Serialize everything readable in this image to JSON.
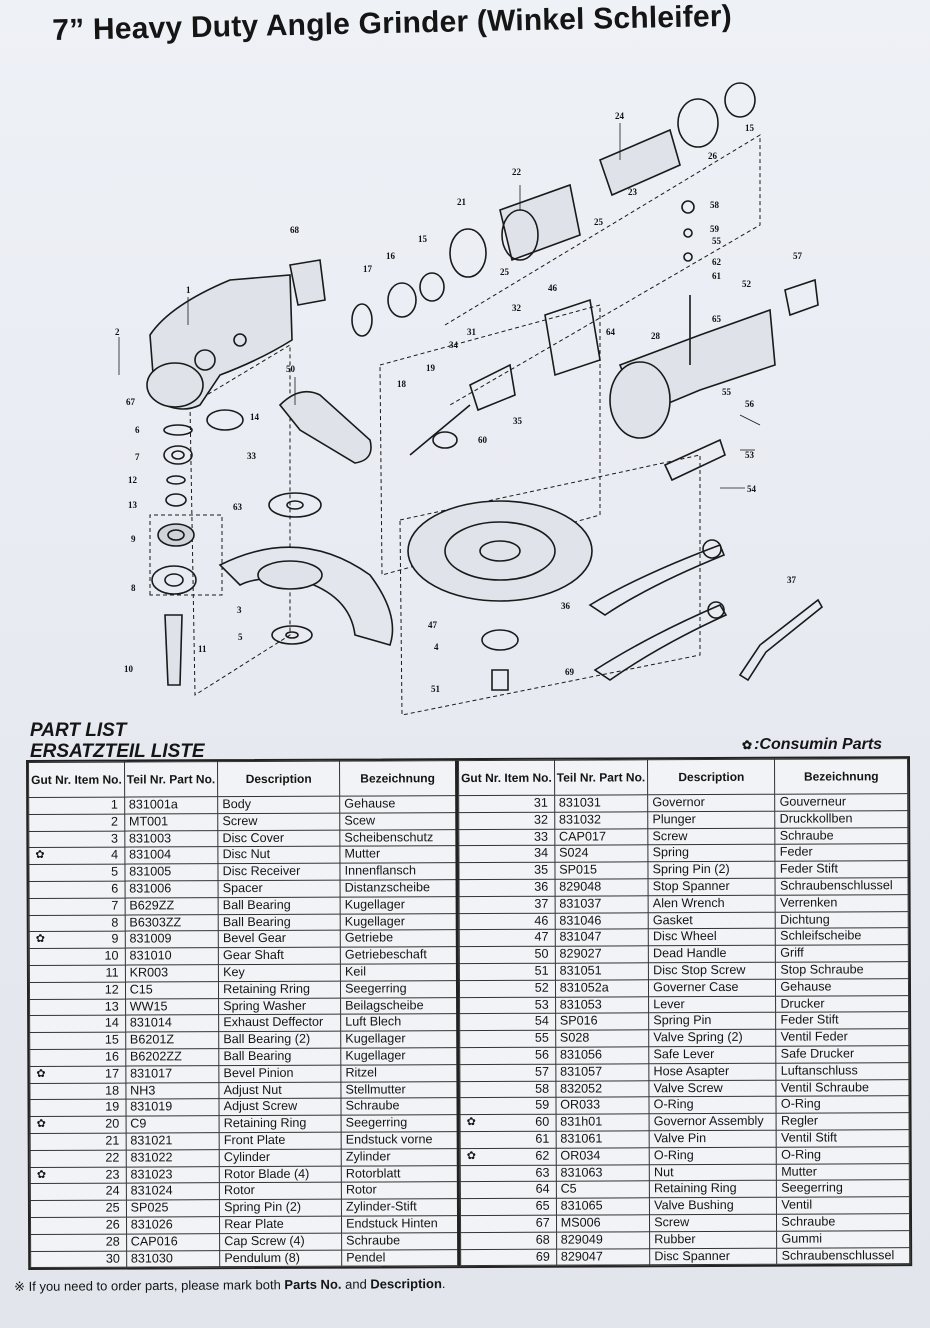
{
  "title": "7” Heavy Duty Angle Grinder (Winkel Schleifer)",
  "part_list_heading": "PART LIST",
  "part_list_heading_de": "ERSATZTEIL  LISTE",
  "consumable_legend": ":Consumin Parts",
  "icons": {
    "consumable": "flower-icon",
    "note": "reference-mark-icon"
  },
  "table_headers": {
    "item_no": "Gut Nr. Item No.",
    "part_no": "Teil Nr. Part No.",
    "description": "Description",
    "bezeichnung": "Bezeichnung"
  },
  "left_rows": [
    {
      "item": "1",
      "part": "831001a",
      "desc": "Body",
      "de": "Gehause",
      "consumable": false
    },
    {
      "item": "2",
      "part": "MT001",
      "desc": "Screw",
      "de": "Scew",
      "consumable": false
    },
    {
      "item": "3",
      "part": "831003",
      "desc": "Disc Cover",
      "de": "Scheibenschutz",
      "consumable": false
    },
    {
      "item": "4",
      "part": "831004",
      "desc": "Disc Nut",
      "de": "Mutter",
      "consumable": true
    },
    {
      "item": "5",
      "part": "831005",
      "desc": "Disc Receiver",
      "de": "Innenflansch",
      "consumable": false
    },
    {
      "item": "6",
      "part": "831006",
      "desc": "Spacer",
      "de": "Distanzscheibe",
      "consumable": false
    },
    {
      "item": "7",
      "part": "B629ZZ",
      "desc": "Ball Bearing",
      "de": "Kugellager",
      "consumable": false
    },
    {
      "item": "8",
      "part": "B6303ZZ",
      "desc": "Ball Bearing",
      "de": "Kugellager",
      "consumable": false
    },
    {
      "item": "9",
      "part": "831009",
      "desc": "Bevel Gear",
      "de": "Getriebe",
      "consumable": true
    },
    {
      "item": "10",
      "part": "831010",
      "desc": "Gear Shaft",
      "de": "Getriebeschaft",
      "consumable": false
    },
    {
      "item": "11",
      "part": "KR003",
      "desc": "Key",
      "de": "Keil",
      "consumable": false
    },
    {
      "item": "12",
      "part": "C15",
      "desc": "Retaining Rring",
      "de": "Seegerring",
      "consumable": false
    },
    {
      "item": "13",
      "part": "WW15",
      "desc": "Spring Washer",
      "de": "Beilagscheibe",
      "consumable": false
    },
    {
      "item": "14",
      "part": "831014",
      "desc": "Exhaust Deffector",
      "de": "Luft Blech",
      "consumable": false
    },
    {
      "item": "15",
      "part": "B6201Z",
      "desc": "Ball Bearing  (2)",
      "de": "Kugellager",
      "consumable": false
    },
    {
      "item": "16",
      "part": "B6202ZZ",
      "desc": "Ball Bearing",
      "de": "Kugellager",
      "consumable": false
    },
    {
      "item": "17",
      "part": "831017",
      "desc": "Bevel Pinion",
      "de": "Ritzel",
      "consumable": true
    },
    {
      "item": "18",
      "part": "NH3",
      "desc": "Adjust Nut",
      "de": "Stellmutter",
      "consumable": false
    },
    {
      "item": "19",
      "part": "831019",
      "desc": "Adjust Screw",
      "de": "Schraube",
      "consumable": false
    },
    {
      "item": "20",
      "part": "C9",
      "desc": "Retaining Ring",
      "de": "Seegerring",
      "consumable": true
    },
    {
      "item": "21",
      "part": "831021",
      "desc": "Front Plate",
      "de": "Endstuck vorne",
      "consumable": false
    },
    {
      "item": "22",
      "part": "831022",
      "desc": "Cylinder",
      "de": "Zylinder",
      "consumable": false
    },
    {
      "item": "23",
      "part": "831023",
      "desc": "Rotor Blade  (4)",
      "de": "Rotorblatt",
      "consumable": true
    },
    {
      "item": "24",
      "part": "831024",
      "desc": "Rotor",
      "de": "Rotor",
      "consumable": false
    },
    {
      "item": "25",
      "part": "SP025",
      "desc": "Spring Pin  (2)",
      "de": "Zylinder-Stift",
      "consumable": false
    },
    {
      "item": "26",
      "part": "831026",
      "desc": "Rear Plate",
      "de": "Endstuck Hinten",
      "consumable": false
    },
    {
      "item": "28",
      "part": "CAP016",
      "desc": "Cap Screw  (4)",
      "de": "Schraube",
      "consumable": false
    },
    {
      "item": "30",
      "part": "831030",
      "desc": "Pendulum  (8)",
      "de": "Pendel",
      "consumable": false
    }
  ],
  "right_rows": [
    {
      "item": "31",
      "part": "831031",
      "desc": "Governor",
      "de": "Gouverneur",
      "consumable": false
    },
    {
      "item": "32",
      "part": "831032",
      "desc": "Plunger",
      "de": "Druckkollben",
      "consumable": false
    },
    {
      "item": "33",
      "part": "CAP017",
      "desc": "Screw",
      "de": "Schraube",
      "consumable": false
    },
    {
      "item": "34",
      "part": "S024",
      "desc": "Spring",
      "de": "Feder",
      "consumable": false
    },
    {
      "item": "35",
      "part": "SP015",
      "desc": "Spring Pin  (2)",
      "de": "Feder Stift",
      "consumable": false
    },
    {
      "item": "36",
      "part": "829048",
      "desc": "Stop Spanner",
      "de": "Schraubenschlussel",
      "consumable": false
    },
    {
      "item": "37",
      "part": "831037",
      "desc": "Alen Wrench",
      "de": "Verrenken",
      "consumable": false
    },
    {
      "item": "46",
      "part": "831046",
      "desc": "Gasket",
      "de": "Dichtung",
      "consumable": false
    },
    {
      "item": "47",
      "part": "831047",
      "desc": "Disc Wheel",
      "de": "Schleifscheibe",
      "consumable": false
    },
    {
      "item": "50",
      "part": "829027",
      "desc": "Dead Handle",
      "de": "Griff",
      "consumable": false
    },
    {
      "item": "51",
      "part": "831051",
      "desc": "Disc Stop Screw",
      "de": "Stop Schraube",
      "consumable": false
    },
    {
      "item": "52",
      "part": "831052a",
      "desc": "Governer Case",
      "de": "Gehause",
      "consumable": false
    },
    {
      "item": "53",
      "part": "831053",
      "desc": "Lever",
      "de": "Drucker",
      "consumable": false
    },
    {
      "item": "54",
      "part": "SP016",
      "desc": "Spring Pin",
      "de": "Feder Stift",
      "consumable": false
    },
    {
      "item": "55",
      "part": "S028",
      "desc": "Valve  Spring  (2)",
      "de": "Ventil Feder",
      "consumable": false
    },
    {
      "item": "56",
      "part": "831056",
      "desc": "Safe Lever",
      "de": "Safe Drucker",
      "consumable": false
    },
    {
      "item": "57",
      "part": "831057",
      "desc": "Hose Asapter",
      "de": "Luftanschluss",
      "consumable": false
    },
    {
      "item": "58",
      "part": "832052",
      "desc": "Valve Screw",
      "de": "Ventil Schraube",
      "consumable": false
    },
    {
      "item": "59",
      "part": "OR033",
      "desc": "O-Ring",
      "de": "O-Ring",
      "consumable": false
    },
    {
      "item": "60",
      "part": "831h01",
      "desc": "Governor Assembly",
      "de": "Regler",
      "consumable": true
    },
    {
      "item": "61",
      "part": "831061",
      "desc": "Valve Pin",
      "de": "Ventil Stift",
      "consumable": false
    },
    {
      "item": "62",
      "part": "OR034",
      "desc": "O-Ring",
      "de": "O-Ring",
      "consumable": true
    },
    {
      "item": "63",
      "part": "831063",
      "desc": "Nut",
      "de": "Mutter",
      "consumable": false
    },
    {
      "item": "64",
      "part": "C5",
      "desc": "Retaining Ring",
      "de": "Seegerring",
      "consumable": false
    },
    {
      "item": "65",
      "part": "831065",
      "desc": "Valve Bushing",
      "de": "Ventil",
      "consumable": false
    },
    {
      "item": "67",
      "part": "MS006",
      "desc": "Screw",
      "de": "Schraube",
      "consumable": false
    },
    {
      "item": "68",
      "part": "829049",
      "desc": "Rubber",
      "de": "Gummi",
      "consumable": false
    },
    {
      "item": "69",
      "part": "829047",
      "desc": "Disc Spanner",
      "de": "Schraubenschlussel",
      "consumable": false
    }
  ],
  "diagram_labels": [
    "1",
    "2",
    "3",
    "4",
    "5",
    "6",
    "7",
    "8",
    "9",
    "10",
    "11",
    "12",
    "13",
    "14",
    "15",
    "15",
    "16",
    "17",
    "18",
    "19",
    "21",
    "22",
    "23",
    "24",
    "25",
    "25",
    "26",
    "28",
    "31",
    "32",
    "33",
    "34",
    "35",
    "36",
    "37",
    "46",
    "47",
    "50",
    "51",
    "52",
    "53",
    "54",
    "55",
    "55",
    "56",
    "57",
    "58",
    "59",
    "60",
    "61",
    "62",
    "63",
    "64",
    "65",
    "67",
    "68",
    "69"
  ],
  "note": {
    "prefix": "If you need to order parts, please mark both ",
    "bold1": "Parts No.",
    "mid": " and ",
    "bold2": "Description",
    "suffix": "."
  }
}
